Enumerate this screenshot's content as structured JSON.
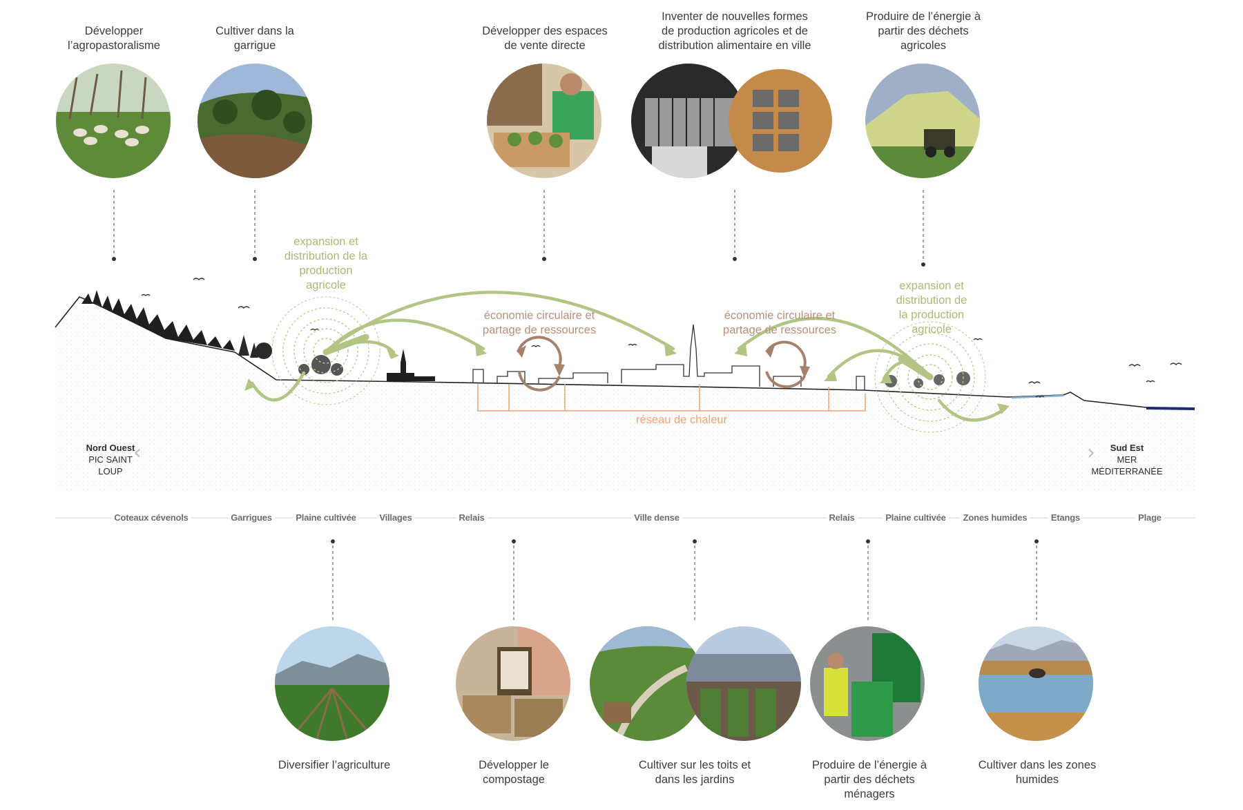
{
  "top_captions": [
    {
      "text": "Développer\nl’agropastoralisme"
    },
    {
      "text": "Cultiver dans la\ngarrigue"
    },
    {
      "text": "Développer des espaces\nde vente directe"
    },
    {
      "text": "Inventer de nouvelles formes\nde production agricoles et de\ndistribution alimentaire en ville"
    },
    {
      "text": "Produire de l’énergie à\npartir des déchets\nagricoles"
    }
  ],
  "bottom_captions": [
    {
      "text": "Diversifier l’agriculture"
    },
    {
      "text": "Développer le\ncompostage"
    },
    {
      "text": "Cultiver sur les toits et\ndans les jardins"
    },
    {
      "text": "Produire de l’énergie à\npartir des déchets\nménagers"
    },
    {
      "text": "Cultiver dans les zones\nhumides"
    }
  ],
  "section_labels": {
    "expansion_left": "expansion et\ndistribution de la\nproduction\nagricole",
    "expansion_right": "expansion et\ndistribution de\nla production\nagricole",
    "circular_left": "économie circulaire et\npartage de ressources",
    "circular_right": "économie circulaire et\npartage de ressources",
    "heat_network": "réseau de chaleur"
  },
  "directions": {
    "left": {
      "bold": "Nord Ouest",
      "line1": "PIC SAINT",
      "line2": "LOUP"
    },
    "right": {
      "bold": "Sud Est",
      "line1": "MER",
      "line2": "MÉDITERRANÉE"
    }
  },
  "zones": [
    "Coteaux cévenols",
    "Garrigues",
    "Plaine cultivée",
    "Villages",
    "Relais",
    "Ville dense",
    "Relais",
    "Plaine cultivée",
    "Zones humides",
    "Etangs",
    "Plage"
  ],
  "colors": {
    "green_accent": "#a9bb73",
    "brown_accent": "#9c7a66",
    "orange_accent": "#f2a36e",
    "water": "#1e2a7a"
  },
  "icons": {
    "left_chevron": "chevron-left-icon",
    "right_chevron": "chevron-right-icon"
  }
}
